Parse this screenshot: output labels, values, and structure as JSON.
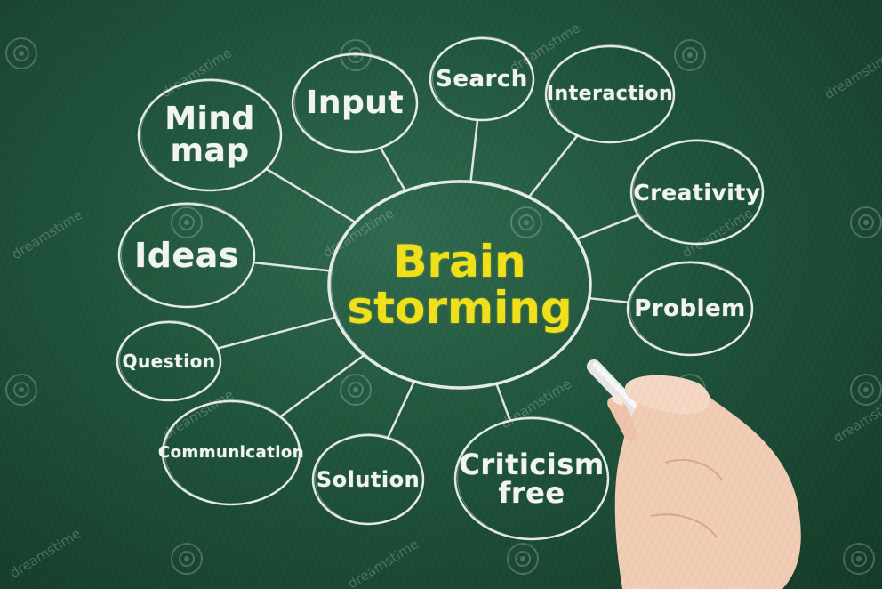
{
  "mind_map": {
    "center": {
      "id": "brainstorming",
      "label": "Brain\nstorming"
    },
    "nodes": [
      {
        "id": "mind-map",
        "label": "Mind\nmap"
      },
      {
        "id": "input",
        "label": "Input"
      },
      {
        "id": "search",
        "label": "Search"
      },
      {
        "id": "interaction",
        "label": "Interaction"
      },
      {
        "id": "creativity",
        "label": "Creativity"
      },
      {
        "id": "problem",
        "label": "Problem"
      },
      {
        "id": "criticism-free",
        "label": "Criticism\nfree"
      },
      {
        "id": "solution",
        "label": "Solution"
      },
      {
        "id": "communication",
        "label": "Communication"
      },
      {
        "id": "question",
        "label": "Question"
      },
      {
        "id": "ideas",
        "label": "Ideas"
      }
    ]
  },
  "watermark": {
    "text": "dreamstime"
  },
  "colors": {
    "board": "#1f533b",
    "chalk": "#f4f6f2",
    "center_text": "#f2e21a"
  }
}
